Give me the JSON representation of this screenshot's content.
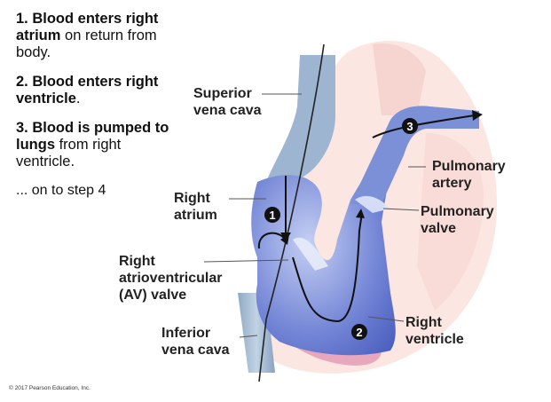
{
  "steps": {
    "s1": {
      "bold": "1. Blood enters right atrium",
      "normal": " on return from body."
    },
    "s2": {
      "bold": "2. Blood enters right ventricle",
      "normal": "."
    },
    "s3": {
      "bold": "3. Blood is pumped to lungs",
      "normal": " from right ventricle."
    },
    "cont": "... on to step 4"
  },
  "labels": {
    "svc_1": "Superior",
    "svc_2": "vena cava",
    "ra_1": "Right",
    "ra_2": "atrium",
    "av_1": "Right",
    "av_2": "atrioventricular",
    "av_3": "(AV) valve",
    "ivc_1": "Inferior",
    "ivc_2": "vena cava",
    "pa_1": "Pulmonary",
    "pa_2": "artery",
    "pv_1": "Pulmonary",
    "pv_2": "valve",
    "rv_1": "Right",
    "rv_2": "ventricle"
  },
  "markers": {
    "m1": "1",
    "m2": "2",
    "m3": "3"
  },
  "copyright": "© 2017 Pearson Education, Inc.",
  "colors": {
    "heart_pink": "#f3c9c4",
    "heart_light": "#fbe7e3",
    "vessel_blue": "#9fb8d3",
    "chamber_blue": "#5a6fc7",
    "chamber_light": "#aab7ea",
    "arrow": "#111111"
  }
}
